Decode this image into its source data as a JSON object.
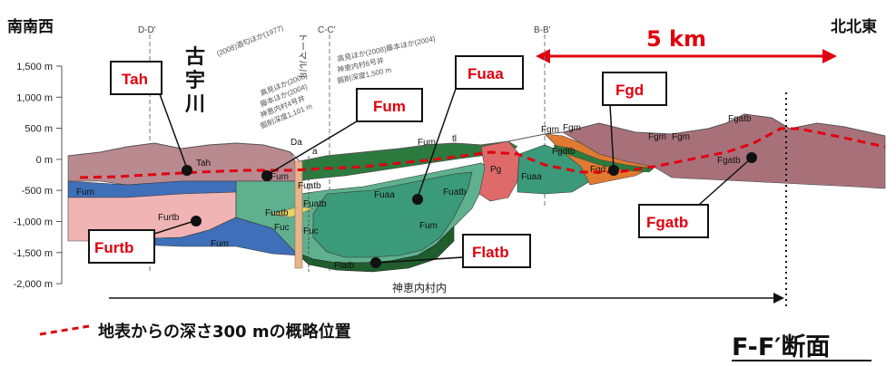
{
  "directions": {
    "left": "南南西",
    "right": "北北東"
  },
  "scale_label": "5 km",
  "section_lines": [
    "D-D'",
    "トーマル川",
    "C-C'",
    "B-B'"
  ],
  "river": "古宇川",
  "depth_axis": {
    "ticks": [
      "1,500 m",
      "1,000 m",
      "500 m",
      "0 m",
      "-500 m",
      "-1,000 m",
      "-1,500 m",
      "-2,000 m"
    ]
  },
  "annotations": {
    "a1": "(2008)酒匂ほか(1977)",
    "a2": "高見ほか(2008)",
    "a3": "藤本ほか(2004)",
    "a4": "神恵内村4号井",
    "a5": "掘削深度1,101 m",
    "b1": "高見ほか(2008)藤本ほか(2004)",
    "b2": "神恵内村6号井",
    "b3": "掘削深度1,500 m"
  },
  "unit_labels": [
    "Da",
    "a",
    "Fum",
    "tl",
    "Pg",
    "Fgm",
    "Fgm",
    "Fgdtb",
    "Fgm",
    "Fgm",
    "Fgatb",
    "Tah",
    "Fum",
    "Fuatb",
    "Fuaa",
    "Fuatb",
    "Fuaa",
    "Fgd",
    "Fgatb",
    "Fum",
    "Furtb",
    "Fuatb",
    "Fuatb",
    "Fuc",
    "Fuc",
    "Fum",
    "Fum",
    "Flatb"
  ],
  "callouts": [
    {
      "text": "Tah"
    },
    {
      "text": "Fum"
    },
    {
      "text": "Fuaa"
    },
    {
      "text": "Fgd"
    },
    {
      "text": "Furtb"
    },
    {
      "text": "Flatb"
    },
    {
      "text": "Fgatb"
    }
  ],
  "village_label": "神恵内村内",
  "legend_text": "地表からの深さ300 mの概略位置",
  "section_title": "F-F′断面",
  "colors": {
    "accent_red": "#e0000f",
    "Tah": "#b98a90",
    "Fum": "#3f6fb8",
    "Fuaa": "#3a9a7a",
    "Furtb": "#f0b4b4",
    "Fgd": "#e07a30",
    "Fgatb": "#a8717a",
    "Flatb": "#1f5e2c",
    "Pg": "#de6a6a"
  }
}
